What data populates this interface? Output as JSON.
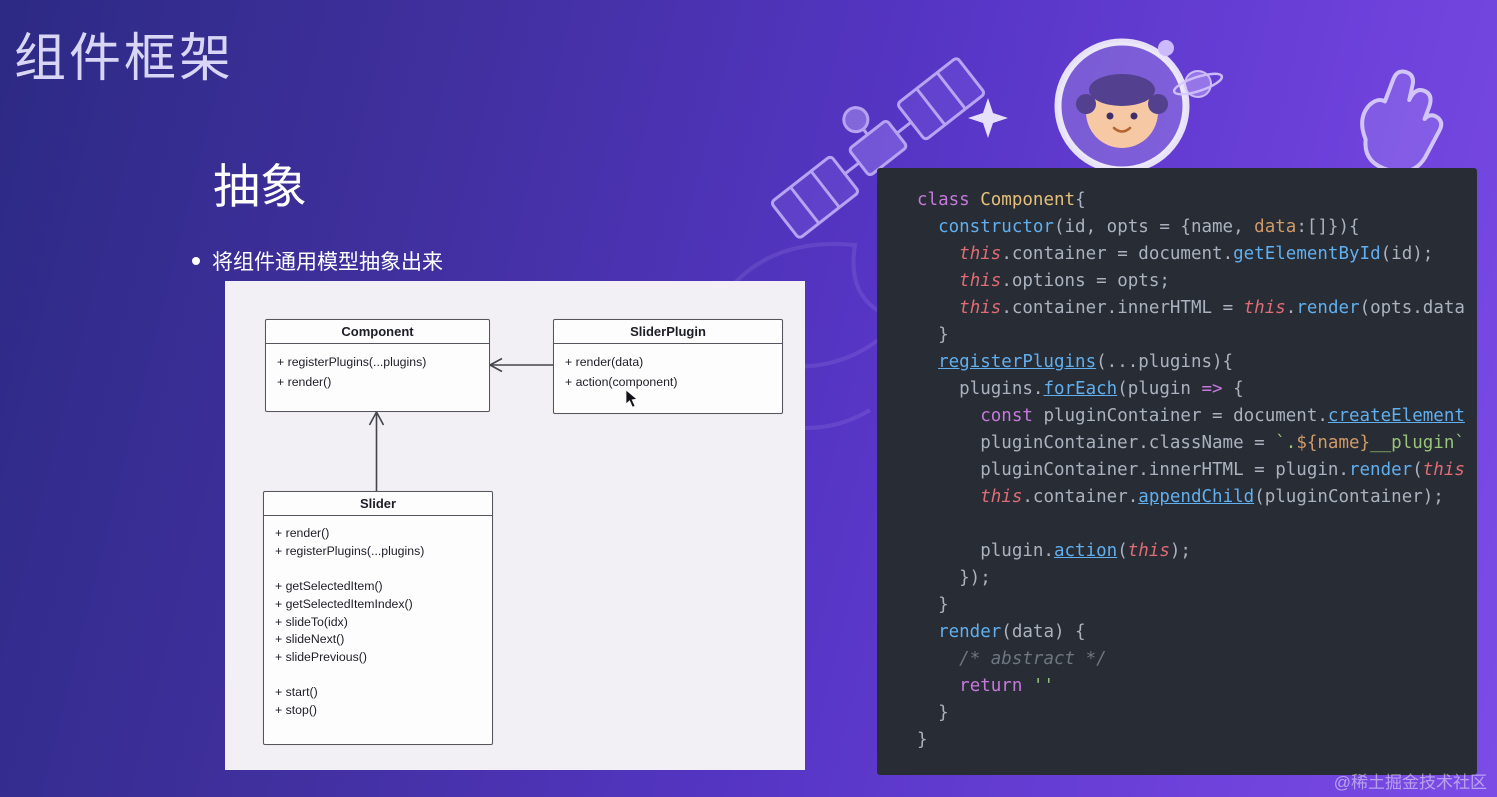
{
  "slide": {
    "title": "组件框架",
    "section_title": "抽象",
    "bullet": "将组件通用模型抽象出来",
    "watermark": "@稀土掘金技术社区"
  },
  "palette": {
    "bg_start": "#2c2a84",
    "bg_end": "#7c4ce6",
    "panel_bg": "#f2f0f4",
    "code_bg": "#282c34",
    "kw": "#c678dd",
    "this": "#e06c75",
    "fn": "#61afef",
    "cls": "#e5c07b",
    "prop": "#d19a66",
    "str": "#98c379",
    "cmt": "#6e7681",
    "pl": "#abb2bf"
  },
  "uml": {
    "classes": [
      {
        "name": "Component",
        "lines": [
          "+ registerPlugins(...plugins)",
          "+ render()"
        ]
      },
      {
        "name": "SliderPlugin",
        "lines": [
          "+ render(data)",
          "+ action(component)"
        ]
      },
      {
        "name": "Slider",
        "lines": [
          "+ render()",
          "+ registerPlugins(...plugins)",
          "",
          "+ getSelectedItem()",
          "+ getSelectedItemIndex()",
          "+ slideTo(idx)",
          "+ slideNext()",
          "+ slidePrevious()",
          "",
          "+ start()",
          "+ stop()"
        ]
      }
    ]
  },
  "code": {
    "lines": [
      [
        [
          "kw",
          "class"
        ],
        [
          "pl",
          " "
        ],
        [
          "cls",
          "Component"
        ],
        [
          "pl",
          "{"
        ]
      ],
      [
        [
          "pl",
          "  "
        ],
        [
          "fn",
          "constructor"
        ],
        [
          "pl",
          "(id, opts = {name, "
        ],
        [
          "prop",
          "data"
        ],
        [
          "pl",
          ":[]}){"
        ]
      ],
      [
        [
          "pl",
          "    "
        ],
        [
          "this",
          "this"
        ],
        [
          "pl",
          ".container = document."
        ],
        [
          "fn",
          "getElementById"
        ],
        [
          "pl",
          "(id);"
        ]
      ],
      [
        [
          "pl",
          "    "
        ],
        [
          "this",
          "this"
        ],
        [
          "pl",
          ".options = opts;"
        ]
      ],
      [
        [
          "pl",
          "    "
        ],
        [
          "this",
          "this"
        ],
        [
          "pl",
          ".container.innerHTML = "
        ],
        [
          "this",
          "this"
        ],
        [
          "pl",
          "."
        ],
        [
          "fn",
          "render"
        ],
        [
          "pl",
          "(opts.data"
        ]
      ],
      [
        [
          "pl",
          "  }"
        ]
      ],
      [
        [
          "pl",
          "  "
        ],
        [
          "fnu",
          "registerPlugins"
        ],
        [
          "pl",
          "(...plugins){"
        ]
      ],
      [
        [
          "pl",
          "    plugins."
        ],
        [
          "fnu",
          "forEach"
        ],
        [
          "pl",
          "(plugin "
        ],
        [
          "kw",
          "=>"
        ],
        [
          "pl",
          " {"
        ]
      ],
      [
        [
          "pl",
          "      "
        ],
        [
          "kw",
          "const"
        ],
        [
          "pl",
          " pluginContainer = document."
        ],
        [
          "fnu",
          "createElement"
        ]
      ],
      [
        [
          "pl",
          "      pluginContainer.className = "
        ],
        [
          "str",
          "`."
        ],
        [
          "prop",
          "${name}"
        ],
        [
          "str",
          "__plugin`"
        ]
      ],
      [
        [
          "pl",
          "      pluginContainer.innerHTML = plugin."
        ],
        [
          "fn",
          "render"
        ],
        [
          "pl",
          "("
        ],
        [
          "this",
          "this"
        ]
      ],
      [
        [
          "pl",
          "      "
        ],
        [
          "this",
          "this"
        ],
        [
          "pl",
          ".container."
        ],
        [
          "fnu",
          "appendChild"
        ],
        [
          "pl",
          "(pluginContainer);"
        ]
      ],
      [],
      [
        [
          "pl",
          "      plugin."
        ],
        [
          "fnu",
          "action"
        ],
        [
          "pl",
          "("
        ],
        [
          "this",
          "this"
        ],
        [
          "pl",
          ");"
        ]
      ],
      [
        [
          "pl",
          "    });"
        ]
      ],
      [
        [
          "pl",
          "  }"
        ]
      ],
      [
        [
          "pl",
          "  "
        ],
        [
          "fn",
          "render"
        ],
        [
          "pl",
          "(data) {"
        ]
      ],
      [
        [
          "pl",
          "    "
        ],
        [
          "cmt",
          "/* abstract */"
        ]
      ],
      [
        [
          "pl",
          "    "
        ],
        [
          "kw",
          "return"
        ],
        [
          "pl",
          " "
        ],
        [
          "str",
          "''"
        ]
      ],
      [
        [
          "pl",
          "  }"
        ]
      ],
      [
        [
          "pl",
          "}"
        ]
      ]
    ]
  }
}
